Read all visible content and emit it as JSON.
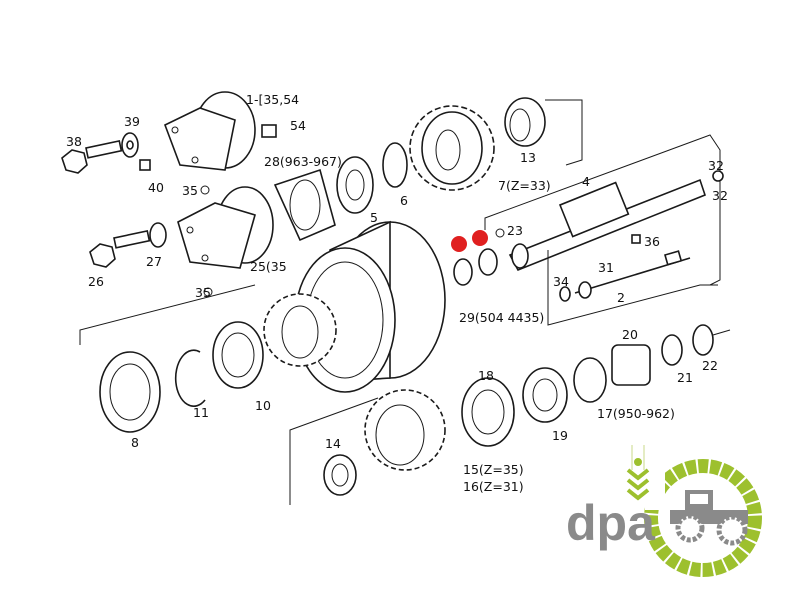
{
  "diagram": {
    "labels": {
      "l1": "1-[35,54",
      "l39": "39",
      "l54": "54",
      "l38": "38",
      "l28": "28(963-967)",
      "l40": "40",
      "l35a": "35",
      "l5": "5",
      "l6": "6",
      "l13": "13",
      "l7": "7(Z=33)",
      "l4": "4",
      "l32a": "32",
      "l32b": "32",
      "l23": "23",
      "l36": "36",
      "l27": "27",
      "l26": "26",
      "l25": "25(35",
      "l35b": "35",
      "l34": "34",
      "l31": "31",
      "l2": "2",
      "l29": "29(504 4435)",
      "l20": "20",
      "l21": "21",
      "l22": "22",
      "l8": "8",
      "l11": "11",
      "l10": "10",
      "l18": "18",
      "l19": "19",
      "l17": "17(950-962)",
      "l14": "14",
      "l15": "15(Z=35)",
      "l16": "16(Z=31)"
    },
    "highlight_color": "#e02020"
  },
  "logo": {
    "text": "dpa",
    "accent_color": "#9dc02e",
    "gray_color": "#8a8a8a"
  }
}
